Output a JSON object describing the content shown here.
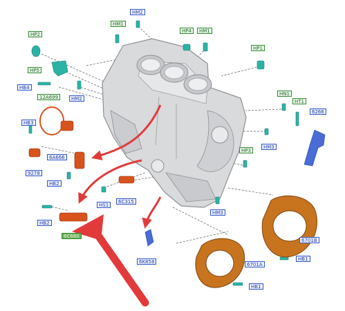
{
  "colors": {
    "engine_fill": "#d9dadc",
    "engine_stroke": "#8c8f94",
    "orange_part": "#d8531c",
    "gasket": "#c8741f",
    "blue_part": "#4a6cd6",
    "teal_part": "#2bb4a6",
    "arrow_red": "#e23a3a",
    "label_blue_border": "#2d54c8",
    "label_green_border": "#2f8a2f"
  },
  "labels": [
    {
      "id": "hm2-top",
      "text": "HM2",
      "style": "blue"
    },
    {
      "id": "hp2",
      "text": "HP2",
      "style": "green"
    },
    {
      "id": "hm1-top",
      "text": "HM1",
      "style": "green"
    },
    {
      "id": "hp4",
      "text": "HP4",
      "style": "green"
    },
    {
      "id": "hm1-right",
      "text": "HM1",
      "style": "green"
    },
    {
      "id": "hp1",
      "text": "HP1",
      "style": "green"
    },
    {
      "id": "hp5",
      "text": "HP5",
      "style": "green"
    },
    {
      "id": "hb4",
      "text": "HB4",
      "style": "blue"
    },
    {
      "id": "12a699",
      "text": "12A699",
      "style": "green"
    },
    {
      "id": "hm2-mid",
      "text": "HM2",
      "style": "blue"
    },
    {
      "id": "hn1",
      "text": "HN1",
      "style": "green"
    },
    {
      "id": "ht1",
      "text": "HT1",
      "style": "green"
    },
    {
      "id": "6266",
      "text": "6266",
      "style": "blue"
    },
    {
      "id": "hb3",
      "text": "HB3",
      "style": "blue"
    },
    {
      "id": "hm3-right",
      "text": "HM3",
      "style": "blue"
    },
    {
      "id": "6a666",
      "text": "6A666",
      "style": "blue"
    },
    {
      "id": "hp3",
      "text": "HP3",
      "style": "green"
    },
    {
      "id": "9278",
      "text": "9278",
      "style": "blue"
    },
    {
      "id": "hb2-mid",
      "text": "HB2",
      "style": "blue"
    },
    {
      "id": "hs1",
      "text": "HS1",
      "style": "blue"
    },
    {
      "id": "6c315",
      "text": "6C315",
      "style": "blue"
    },
    {
      "id": "hb2-low",
      "text": "HB2",
      "style": "blue"
    },
    {
      "id": "hm3-low",
      "text": "HM3",
      "style": "blue"
    },
    {
      "id": "6701b",
      "text": "6701B",
      "style": "blue"
    },
    {
      "id": "6c680",
      "text": "6C680",
      "style": "green-filled"
    },
    {
      "id": "6k858",
      "text": "6K858",
      "style": "blue"
    },
    {
      "id": "6701a",
      "text": "6701A",
      "style": "blue"
    },
    {
      "id": "hb1-right",
      "text": "HB1",
      "style": "blue"
    },
    {
      "id": "hb1-low",
      "text": "HB1",
      "style": "blue"
    }
  ]
}
